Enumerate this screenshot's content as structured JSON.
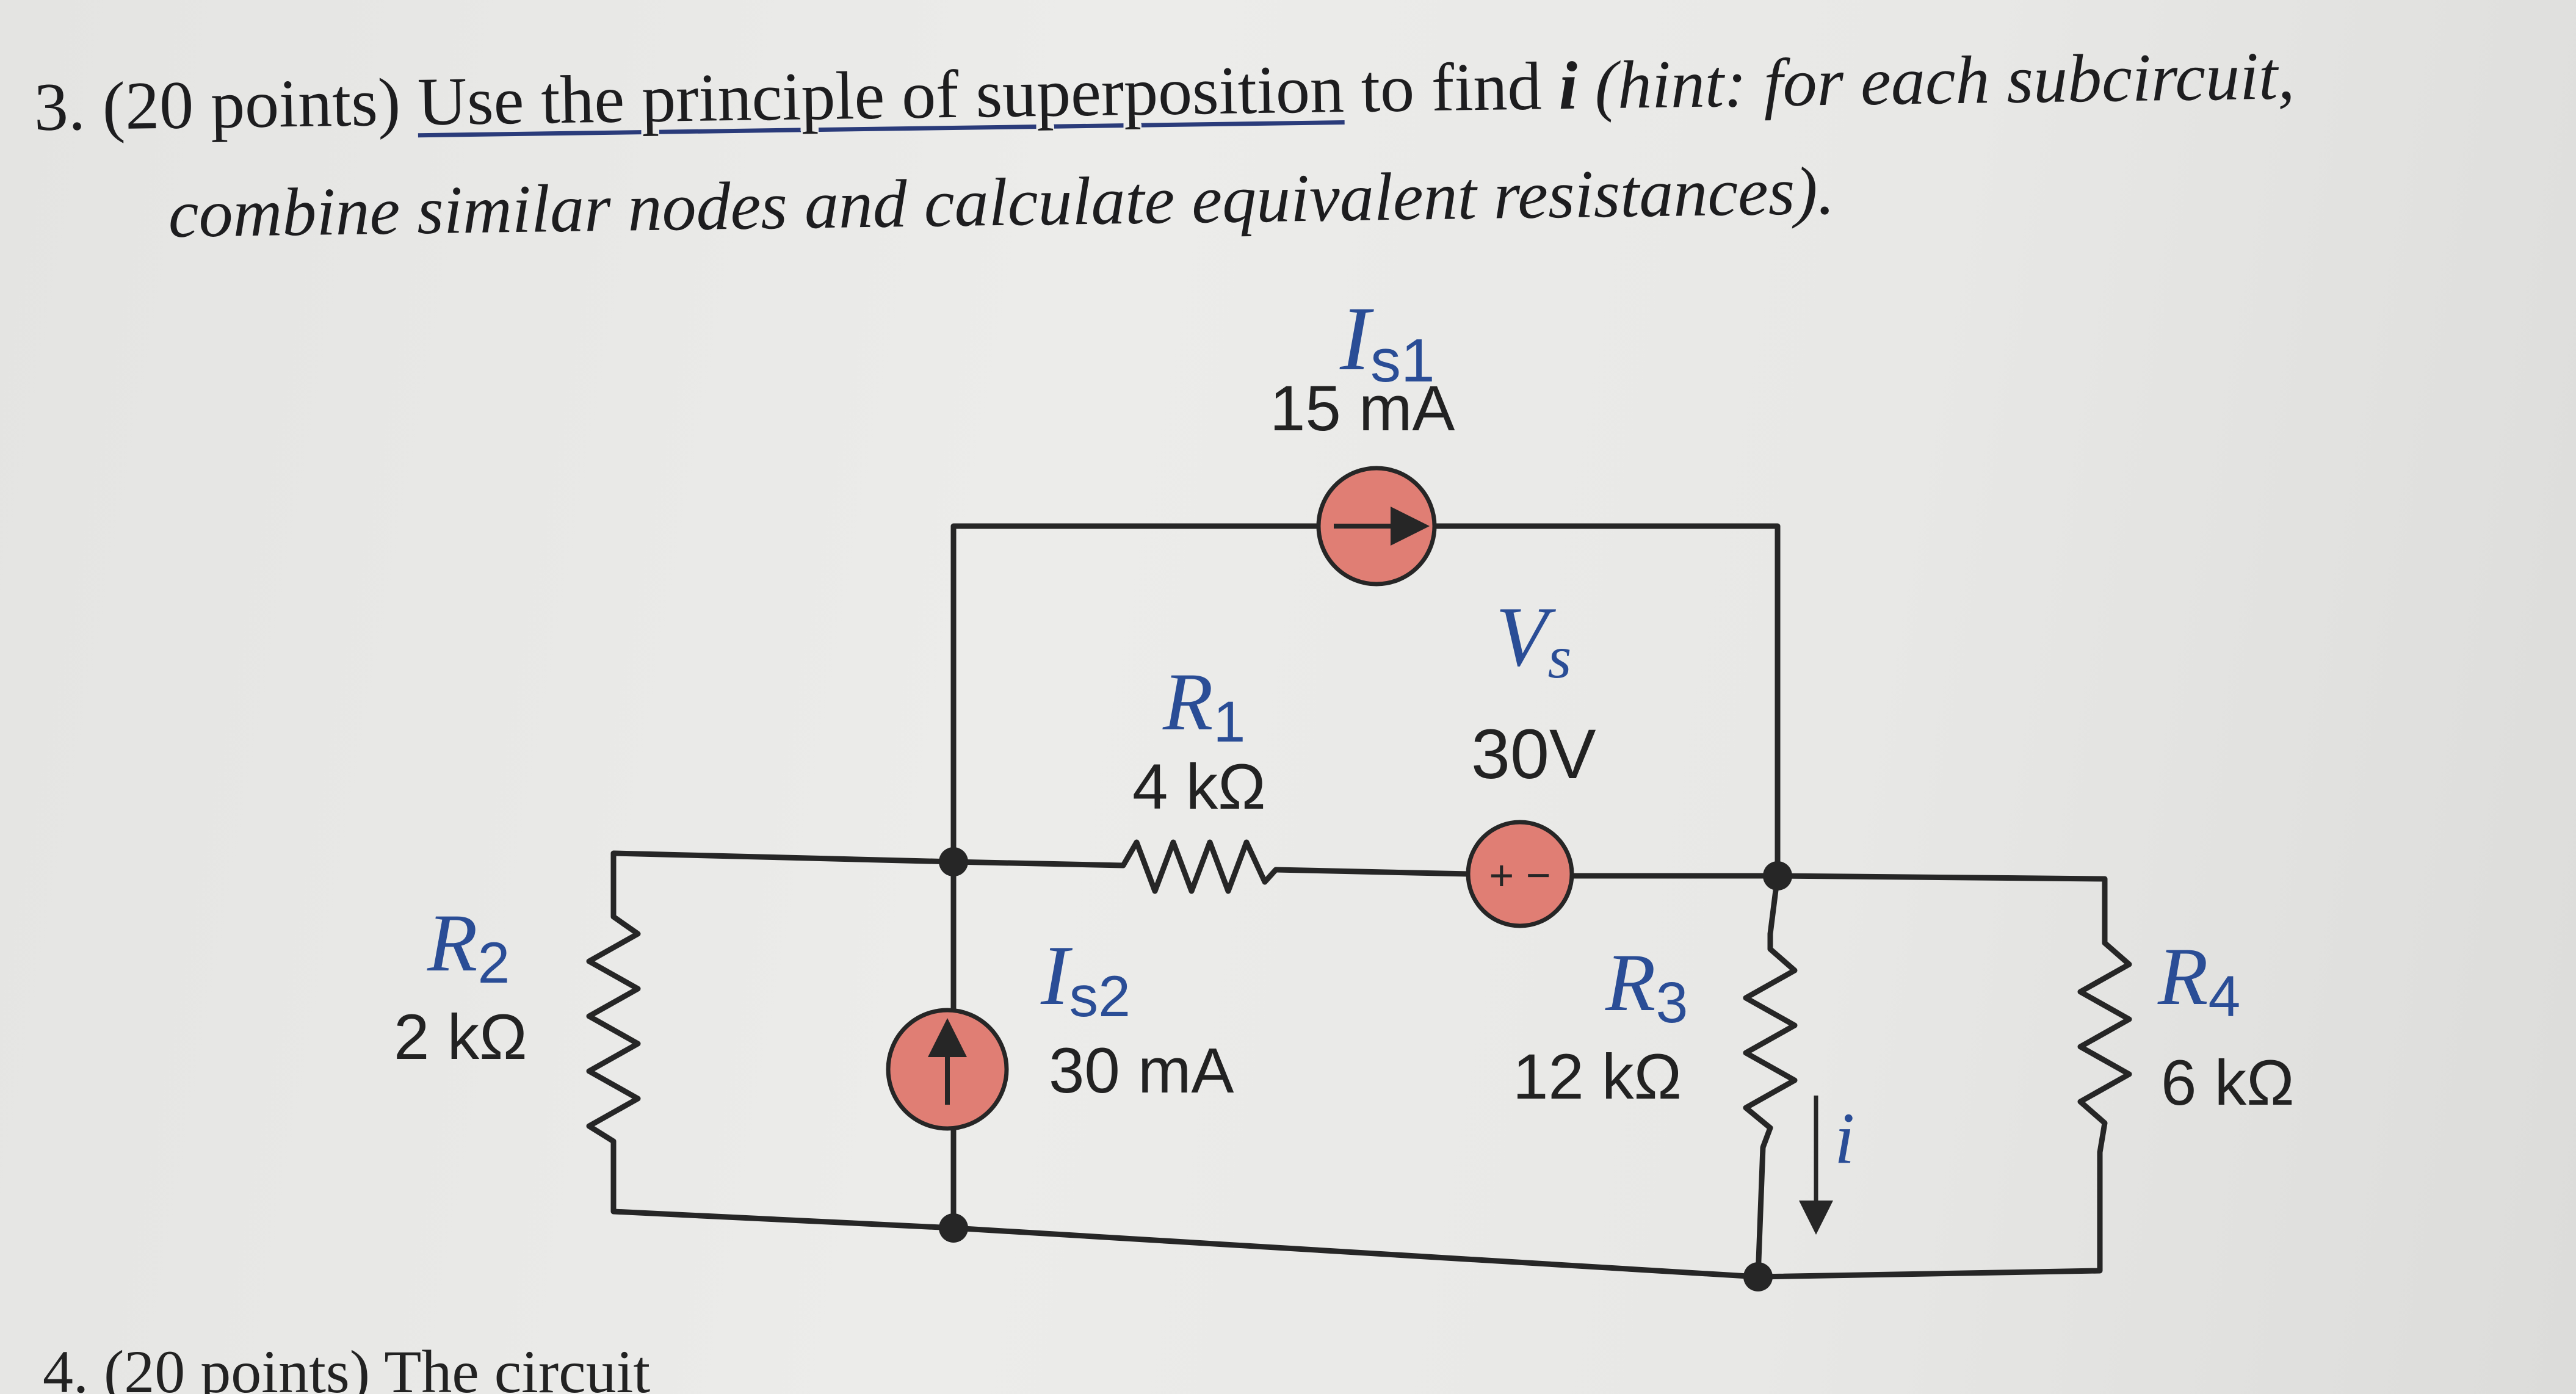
{
  "problem": {
    "number": "3.",
    "points": "(20 points)",
    "link_text": "Use the principle of superposition",
    "rest_line1": "to find",
    "variable": "i",
    "hint_line1": "(hint: for each subcircuit,",
    "hint_line2": "combine similar nodes and calculate equivalent resistances)."
  },
  "circuit": {
    "Is1": {
      "symbol": "I",
      "sub": "s1",
      "value": "15 mA"
    },
    "Vs": {
      "symbol": "V",
      "sub": "s",
      "value": "30V",
      "polarity": "+ −"
    },
    "R1": {
      "symbol": "R",
      "sub": "1",
      "value": "4 kΩ"
    },
    "R2": {
      "symbol": "R",
      "sub": "2",
      "value": "2 kΩ"
    },
    "R3": {
      "symbol": "R",
      "sub": "3",
      "value": "12 kΩ"
    },
    "R4": {
      "symbol": "R",
      "sub": "4",
      "value": "6 kΩ"
    },
    "Is2": {
      "symbol": "I",
      "sub": "s2",
      "value": "30 mA"
    },
    "current_label": "i",
    "source_fill": "#e07e74",
    "wire_color": "#262626"
  },
  "next_problem": "4. (20 points) The circuit"
}
